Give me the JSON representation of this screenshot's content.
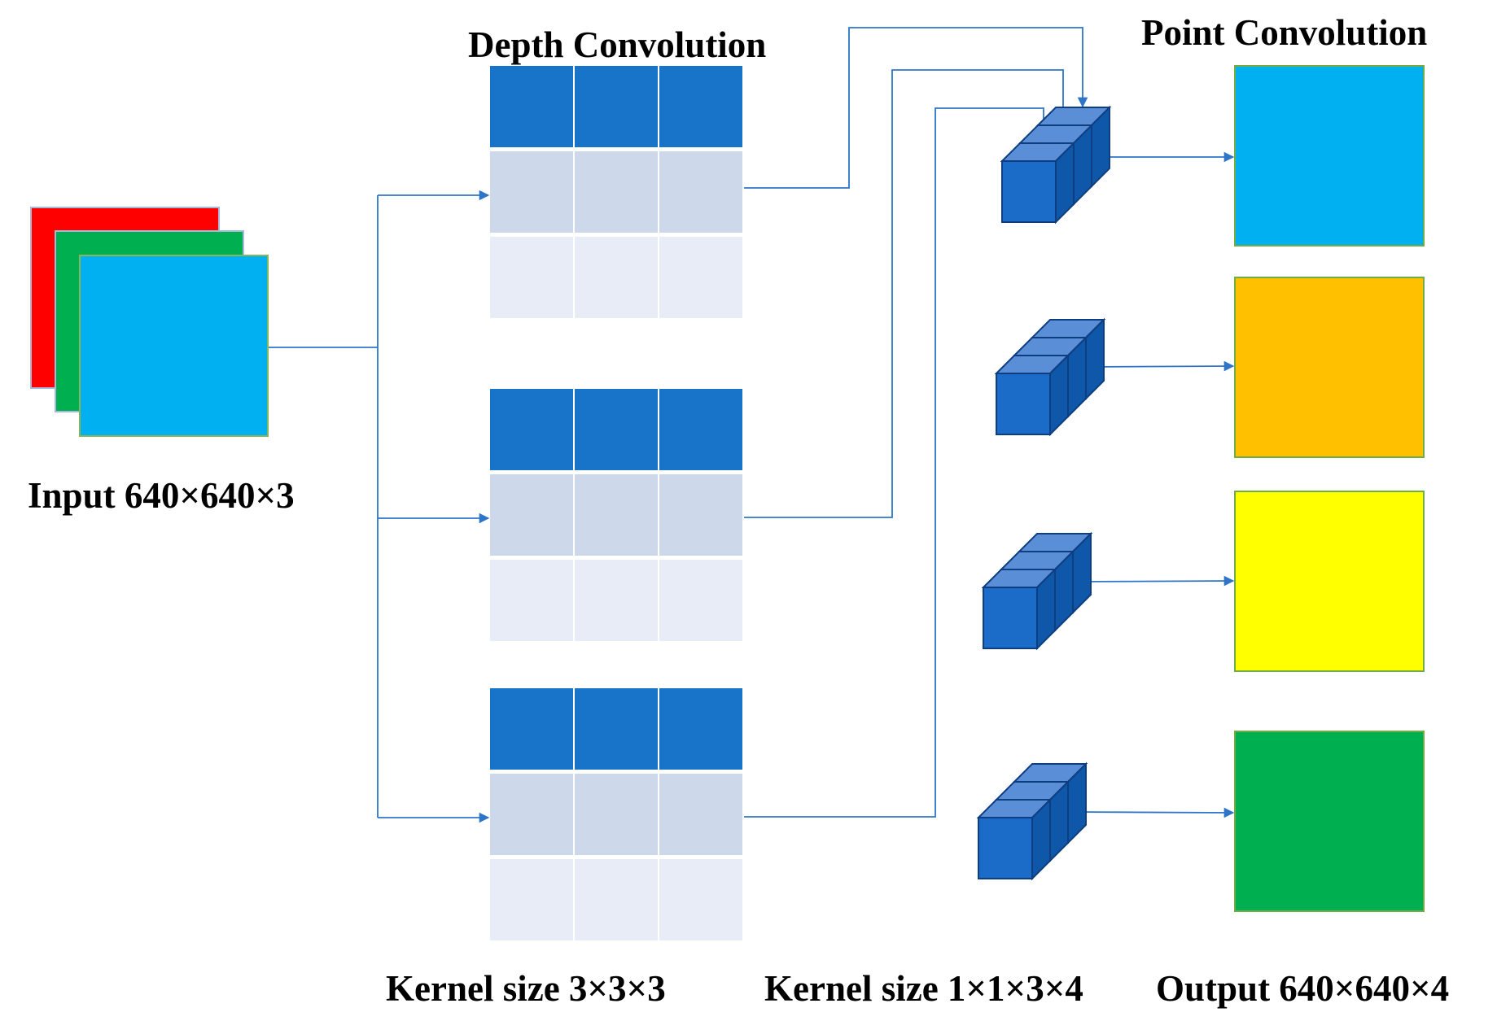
{
  "labels": {
    "depth_title": "Depth Convolution",
    "point_title": "Point Convolution",
    "input": "Input 640×640×3",
    "kernel_depth": "Kernel size 3×3×3",
    "kernel_point": "Kernel size 1×1×3×4",
    "output": "Output 640×640×4"
  },
  "colors": {
    "input_channels": [
      "#FF0000",
      "#00B050",
      "#00B0F0"
    ],
    "kernel_rows": [
      "#1874C8",
      "#CED8EB",
      "#E8ECF6"
    ],
    "cube_front": "#1A6CC8",
    "cube_top": "#5A8FD8",
    "cube_side": "#0F57A8",
    "cube_stroke": "#0E3E80",
    "output_maps": [
      "#00B0F0",
      "#FFC000",
      "#FFFF00",
      "#00B050"
    ],
    "connector": "#2E75C8"
  }
}
